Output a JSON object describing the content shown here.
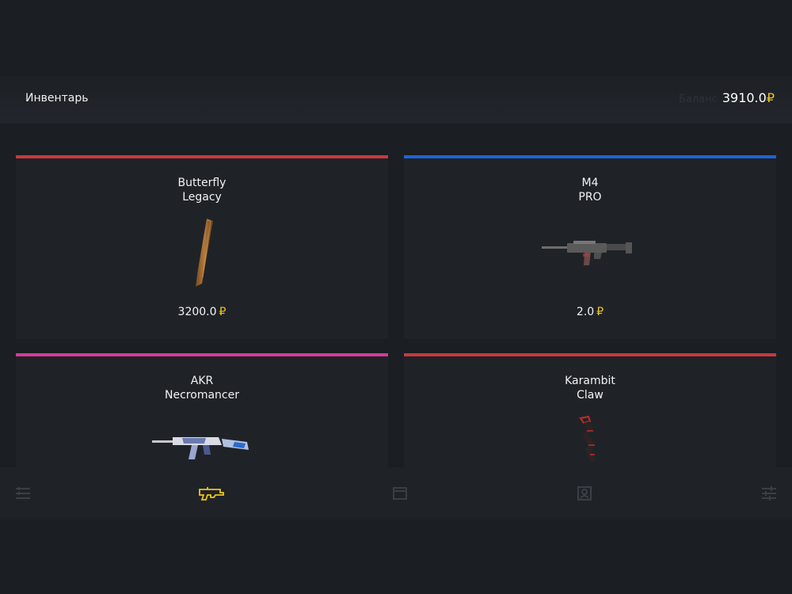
{
  "header": {
    "title": "Инвентарь",
    "balance_label": "Баланс",
    "balance_value": "3910.0",
    "currency": "₽"
  },
  "items": [
    {
      "name_line1": "Butterfly",
      "name_line2": "Legacy",
      "price": "3200.0",
      "currency": "₽",
      "rarity_color": "#c9383f",
      "image": "wooden-knife"
    },
    {
      "name_line1": "M4",
      "name_line2": "PRO",
      "price": "2.0",
      "currency": "₽",
      "rarity_color": "#1e63d6",
      "image": "rifle-m4"
    },
    {
      "name_line1": "AKR",
      "name_line2": "Necromancer",
      "price": "",
      "currency": "",
      "rarity_color": "#d63a9a",
      "image": "rifle-akr"
    },
    {
      "name_line1": "Karambit",
      "name_line2": "Claw",
      "price": "",
      "currency": "",
      "rarity_color": "#c9383f",
      "image": "karambit-knife"
    }
  ],
  "nav": {
    "items": [
      {
        "name": "list-icon",
        "active": false
      },
      {
        "name": "gun-icon",
        "active": true
      },
      {
        "name": "case-icon",
        "active": false
      },
      {
        "name": "profile-icon",
        "active": false
      },
      {
        "name": "settings-icon",
        "active": false
      }
    ],
    "active_color": "#f0c419",
    "inactive_color": "#3a3f46"
  }
}
